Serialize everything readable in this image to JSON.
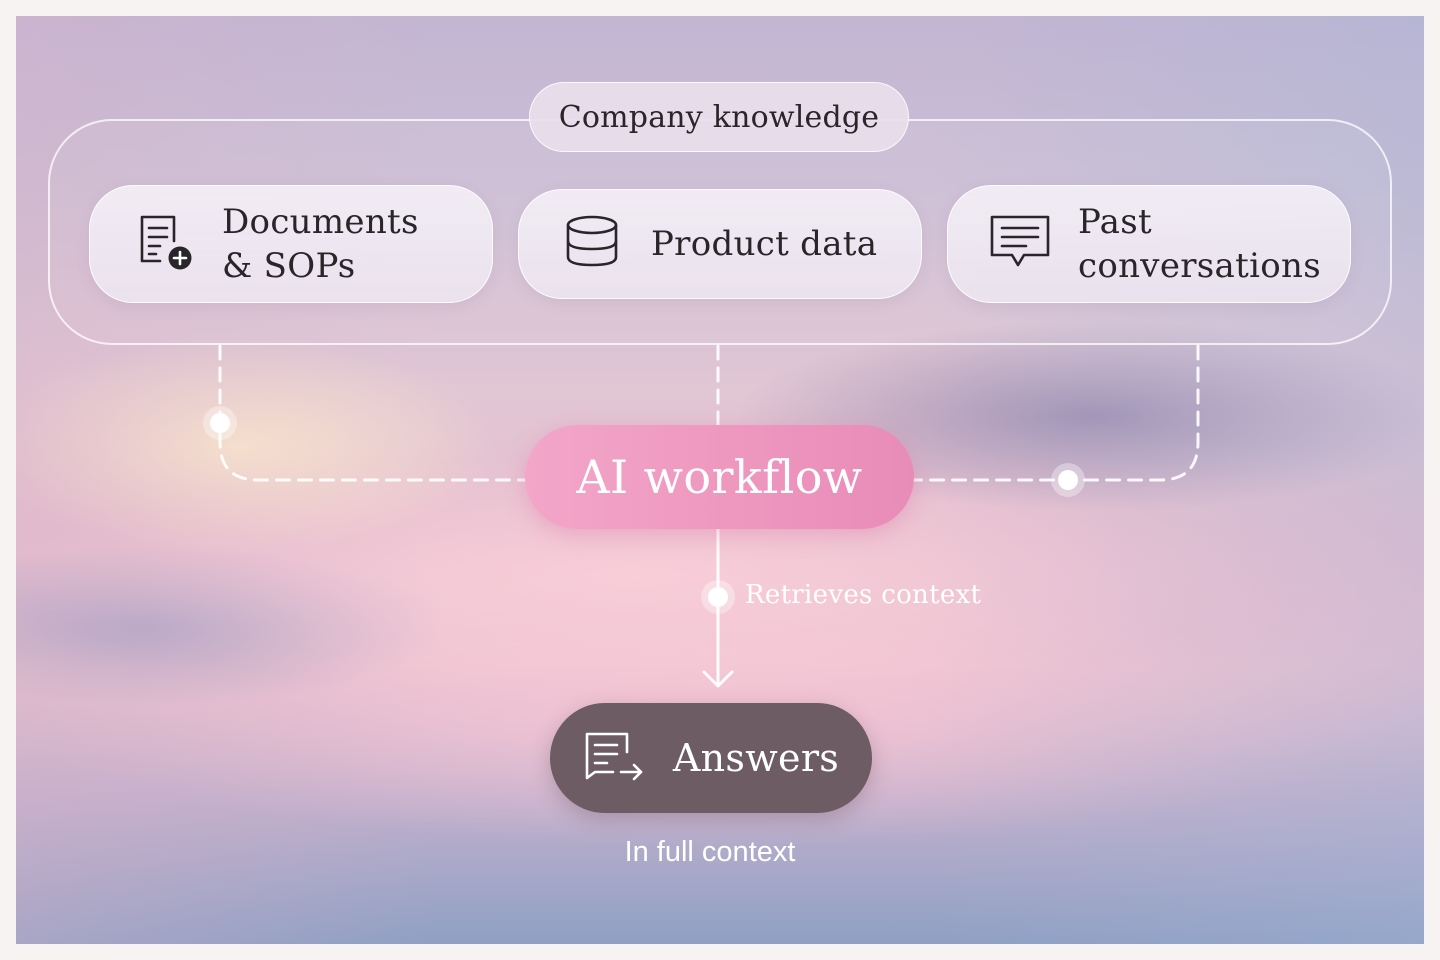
{
  "diagram": {
    "group": {
      "label": "Company knowledge",
      "sources": [
        {
          "label": "Documents & SOPs",
          "icon": "document-add-icon"
        },
        {
          "label": "Product data",
          "icon": "database-icon"
        },
        {
          "label": "Past conversations",
          "icon": "chat-bubble-icon"
        }
      ]
    },
    "workflow": {
      "label": "AI workflow"
    },
    "edge": {
      "label": "Retrieves context"
    },
    "output": {
      "label": "Answers",
      "icon": "answer-list-icon"
    },
    "caption": "In full context",
    "colors": {
      "workflow_pink": "#ee97bf",
      "output_dark": "#6d5c64",
      "text_dark": "#2a2528",
      "connector_white": "#ffffff"
    }
  }
}
